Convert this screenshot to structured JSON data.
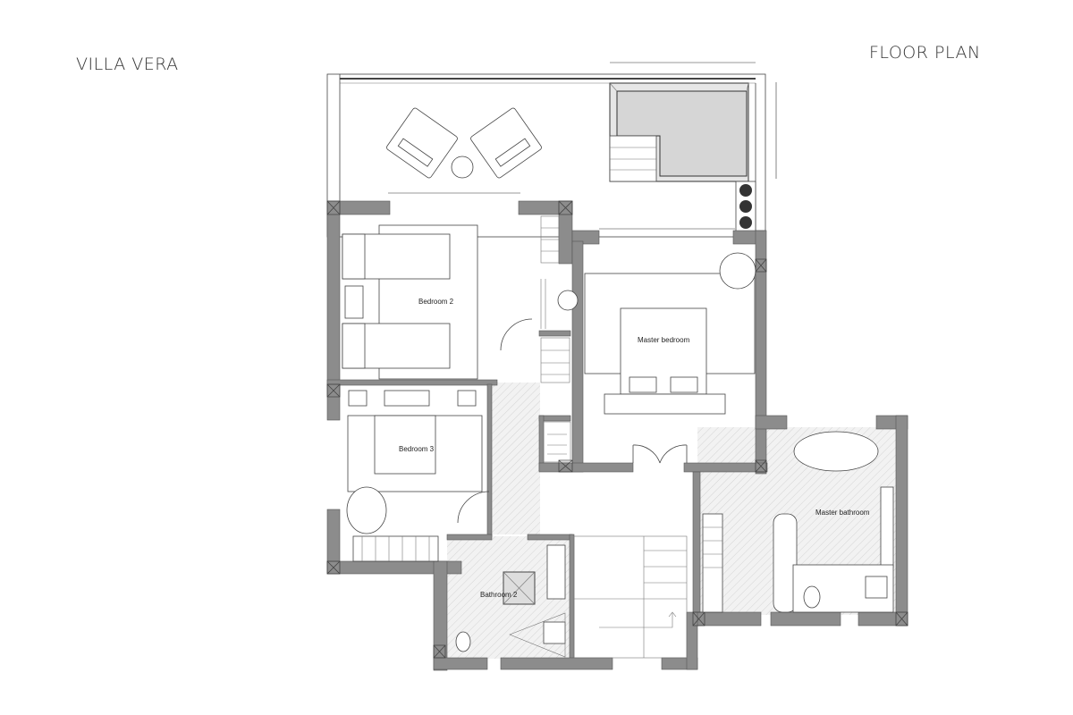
{
  "header": {
    "project_name": "VILLA VERA",
    "sheet_title": "FLOOR PLAN"
  },
  "rooms": [
    {
      "id": "bedroom-2",
      "label": "Bedroom 2"
    },
    {
      "id": "master-bedroom",
      "label": "Master bedroom"
    },
    {
      "id": "bedroom-3",
      "label": "Bedroom 3"
    },
    {
      "id": "master-bathroom",
      "label": "Master bathroom"
    },
    {
      "id": "bathroom-2",
      "label": "Bathroom 2"
    }
  ],
  "colors": {
    "wall": "#8c8c8c",
    "pool": "#d6d6d6",
    "dimension_text": "#cc0000"
  }
}
